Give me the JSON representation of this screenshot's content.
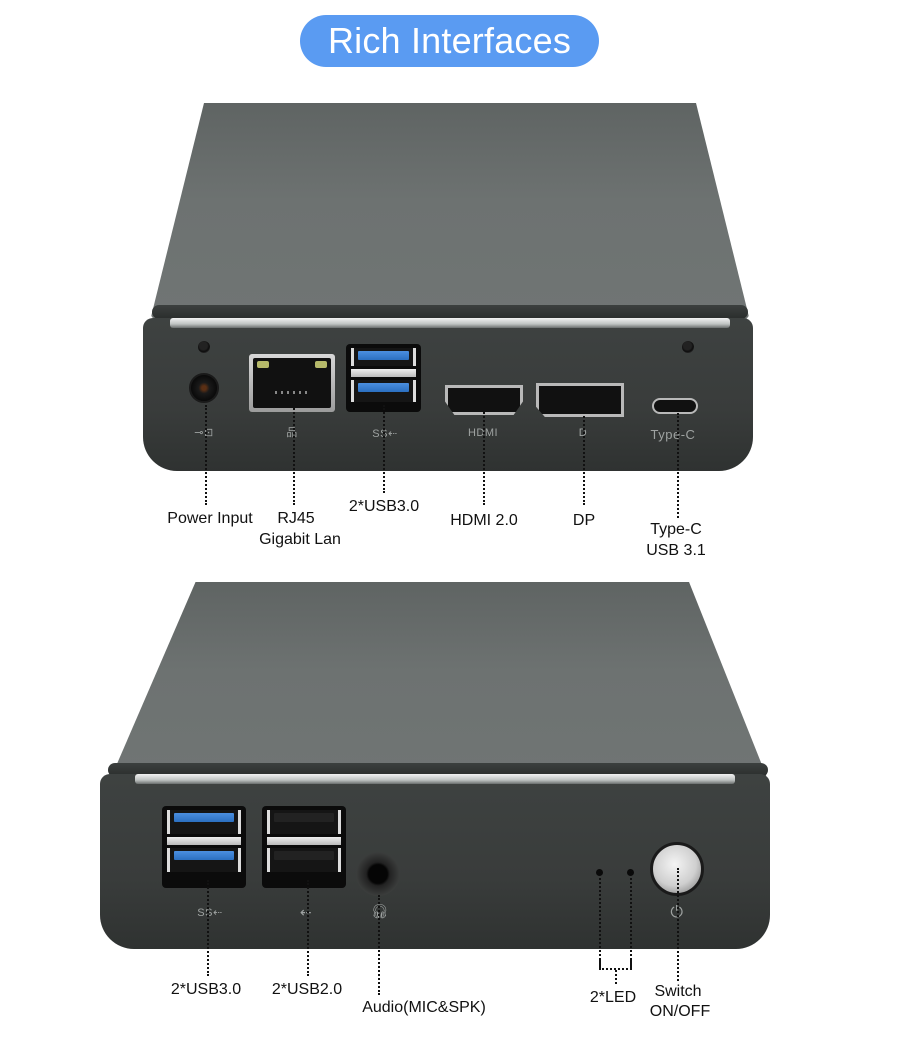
{
  "title": "Rich Interfaces",
  "colors": {
    "title_pill": "#5a9bf2",
    "title_text": "#ffffff",
    "device_body": "#3a3d3c",
    "device_lid": "#6d7271",
    "usb3_tongue": "#3a80d6",
    "label_text": "#111111"
  },
  "back_panel": {
    "port_glyphs": {
      "power": "power-input-icon",
      "rj45": "network-icon",
      "usb3": "SS⇠",
      "hdmi": "HDMI",
      "dp": "D",
      "typec": "Type-C"
    },
    "labels": {
      "power": "Power Input",
      "rj45_line1": "RJ45",
      "rj45_line2": "Gigabit Lan",
      "usb3": "2*USB3.0",
      "hdmi": "HDMI 2.0",
      "dp": "DP",
      "typec_line1": "Type-C",
      "typec_line2": "USB 3.1"
    }
  },
  "front_panel": {
    "port_glyphs": {
      "usb3": "SS⇠",
      "usb2": "⇠",
      "audio": "headset-icon",
      "power": "⏻"
    },
    "labels": {
      "usb3": "2*USB3.0",
      "usb2": "2*USB2.0",
      "audio": "Audio(MIC&SPK)",
      "led": "2*LED",
      "switch_line1": "Switch",
      "switch_line2": "ON/OFF"
    }
  }
}
